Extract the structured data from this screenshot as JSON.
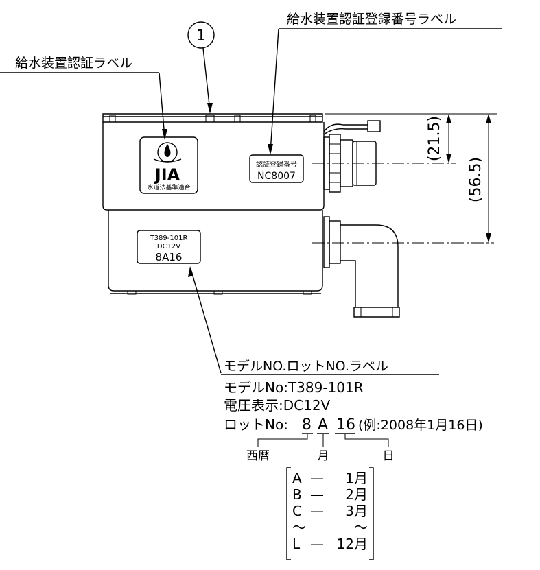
{
  "callouts": {
    "item_number": "1",
    "water_supply_cert_label": "給水装置認証ラベル",
    "water_supply_cert_number_label": "給水装置認証登録番号ラベル",
    "model_lot_label": "モデルNO.ロットNO.ラベル"
  },
  "jia_label": {
    "logo_text": "JIA",
    "caption": "水道法基準適合"
  },
  "cert_number_label": {
    "title": "認証登録番号",
    "number": "NC8007"
  },
  "model_label": {
    "model": "T389-101R",
    "voltage": "DC12V",
    "lot": "8A16"
  },
  "dimensions": {
    "small": "(21.5)",
    "large": "(56.5)"
  },
  "info": {
    "model_line": "モデルNo:T389-101R",
    "voltage_line": "電圧表示:DC12V",
    "lot_prefix": "ロットNo:",
    "lot_year": "8",
    "lot_month": "A",
    "lot_day": "16",
    "example": "(例:2008年1月16日)"
  },
  "legend": {
    "year": "西暦",
    "month": "月",
    "day": "日"
  },
  "month_codes": [
    {
      "code": "A",
      "dash": "—",
      "month": "1月"
    },
    {
      "code": "B",
      "dash": "—",
      "month": "2月"
    },
    {
      "code": "C",
      "dash": "—",
      "month": "3月"
    },
    {
      "code": "〜",
      "dash": "",
      "month": "〜"
    },
    {
      "code": "L",
      "dash": "—",
      "month": "12月"
    }
  ]
}
